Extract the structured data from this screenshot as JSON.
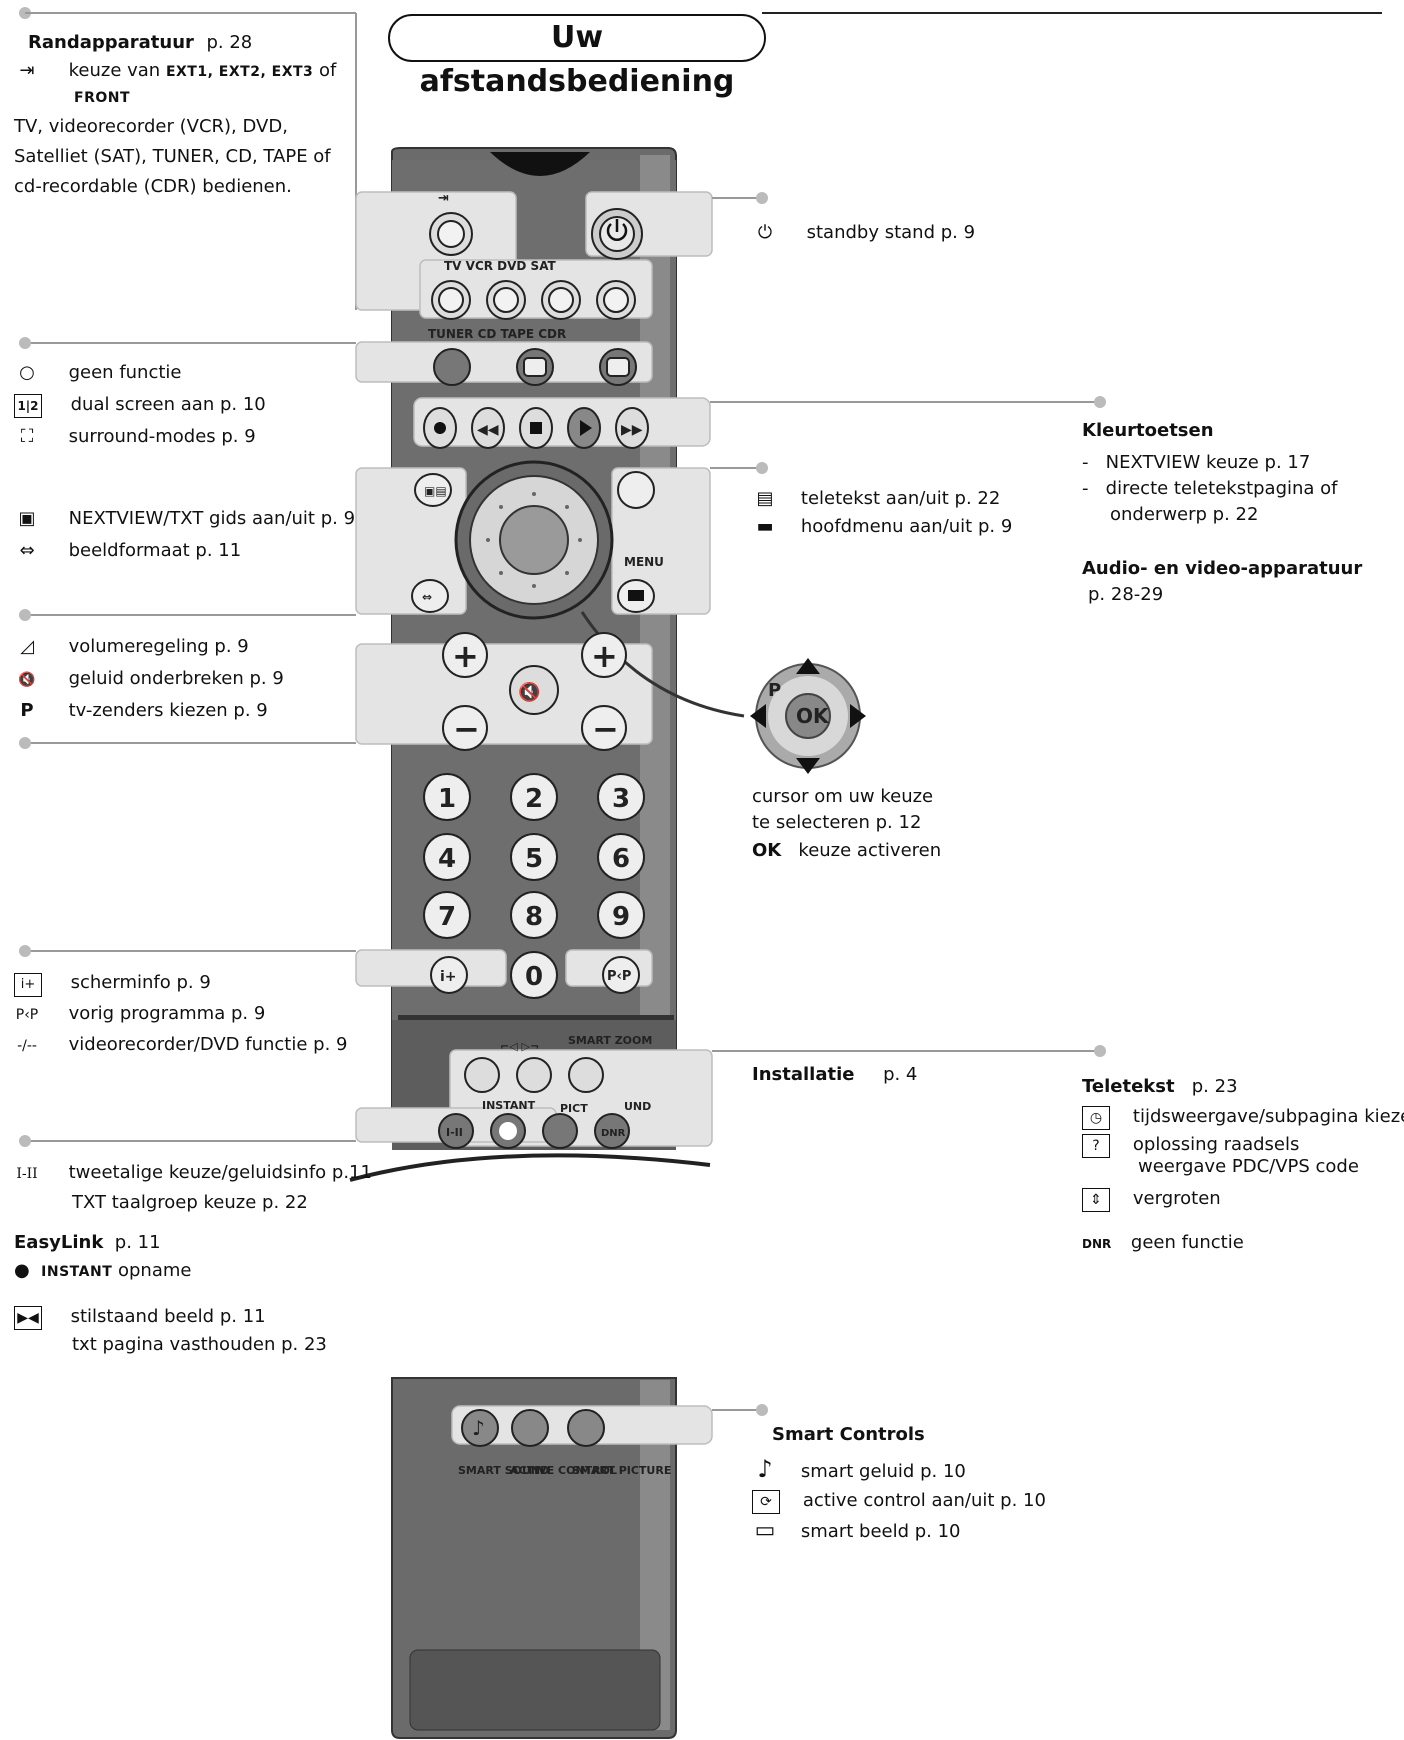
{
  "title": "Uw afstandsbediening",
  "peripherals": {
    "heading": "Randapparatuur",
    "heading_page": "p. 28",
    "choice_prefix": "keuze van",
    "choice_options": "EXT1, EXT2, EXT3",
    "choice_of": "of",
    "choice_front": "FRONT",
    "devices_line1": "TV, videorecorder (VCR), DVD,",
    "devices_line2": "Satelliet (SAT), TUNER, CD, TAPE of",
    "devices_line3": "cd-recordable (CDR) bedienen."
  },
  "standby": "standby stand p. 9",
  "left_group1": [
    {
      "icon": "○",
      "icon_name": "circle-icon",
      "text": "geen functie"
    },
    {
      "icon": "1|2",
      "icon_name": "dual-screen-icon",
      "text": "dual screen aan   p. 10"
    },
    {
      "icon": "⛶",
      "icon_name": "surround-icon",
      "text": "surround-modes   p. 9"
    }
  ],
  "left_group2": [
    {
      "icon": "▣",
      "icon_name": "guide-book-icon",
      "text": "NEXTVIEW/TXT gids aan/uit   p. 9"
    },
    {
      "icon": "⇔",
      "icon_name": "picture-format-icon",
      "text": "beeldformaat   p. 11"
    }
  ],
  "left_group3": [
    {
      "icon": "◿",
      "icon_name": "volume-icon",
      "text": "volumeregeling   p. 9"
    },
    {
      "icon": "🔇",
      "icon_name": "mute-icon",
      "text": "geluid onderbreken   p. 9"
    },
    {
      "icon": "P",
      "icon_name": "program-p-icon",
      "text": "tv-zenders kiezen   p. 9"
    }
  ],
  "left_group4": [
    {
      "icon": "i+",
      "icon_name": "screen-info-icon",
      "text": "scherminfo   p. 9"
    },
    {
      "icon": "P‹P",
      "icon_name": "previous-program-icon",
      "text": "vorig programma   p. 9"
    },
    {
      "icon": "-/--",
      "icon_name": "digit-entry-icon",
      "text": "videorecorder/DVD functie   p. 9"
    }
  ],
  "bilingual": {
    "icon": "I-II",
    "line1": "tweetalige keuze/geluidsinfo   p.11",
    "line2": "TXT taalgroep keuze   p. 22"
  },
  "easylink": {
    "heading": "EasyLink",
    "page": "p. 11",
    "instant_label": "INSTANT",
    "instant_text": "opname",
    "still_line1": "stilstaand beeld   p. 11",
    "still_line2": "txt pagina vasthouden   p. 23"
  },
  "right_top": [
    {
      "icon": "▤",
      "icon_name": "teletext-icon",
      "text": "teletekst aan/uit   p. 22"
    },
    {
      "icon": "▬",
      "icon_name": "main-menu-icon",
      "text": "hoofdmenu aan/uit   p. 9"
    }
  ],
  "kleurtoetsen": {
    "heading": "Kleurtoetsen",
    "item1": "NEXTVIEW keuze   p. 17",
    "item2_line1": "directe teletekstpagina of",
    "item2_line2": "onderwerp   p. 22"
  },
  "audio_video": {
    "heading": "Audio- en video-apparatuur",
    "page": "p. 28-29"
  },
  "cursor": {
    "line1": "cursor om uw keuze",
    "line2": "te selecteren   p. 12",
    "ok": "OK",
    "ok_text": "keuze activeren"
  },
  "installatie": {
    "heading": "Installatie",
    "page": "p. 4"
  },
  "teletekst": {
    "heading": "Teletekst",
    "page": "p. 23",
    "items": [
      {
        "icon": "◷",
        "icon_name": "time-display-icon",
        "text": "tijdsweergave/subpagina kiezen",
        "text2": ""
      },
      {
        "icon": "?",
        "icon_name": "reveal-icon",
        "text": "oplossing raadsels",
        "text2": "weergave PDC/VPS code"
      },
      {
        "icon": "⇕",
        "icon_name": "zoom-icon",
        "text": "vergroten",
        "text2": ""
      },
      {
        "icon": "DNR",
        "icon_name": "dnr-icon",
        "text": "geen functie",
        "text2": ""
      }
    ]
  },
  "smart_controls": {
    "heading": "Smart Controls",
    "items": [
      {
        "icon": "♪",
        "icon_name": "music-note-icon",
        "text": "smart geluid   p. 10"
      },
      {
        "icon": "⟳",
        "icon_name": "active-control-icon",
        "text": "active control aan/uit   p. 10"
      },
      {
        "icon": "▭",
        "icon_name": "smart-picture-icon",
        "text": "smart beeld   p. 10"
      }
    ]
  },
  "remote_labels": {
    "row1": "TV VCR DVD SAT",
    "row2": "TUNER CD TAPE CDR",
    "menu": "MENU",
    "smart_zoom": "SMART ZOOM",
    "instant": "INSTANT",
    "pict": "PICT",
    "und": "UND",
    "dnr": "DNR",
    "iii": "I-II",
    "pp": "P‹P",
    "ok": "OK",
    "p": "P",
    "digits": [
      "1",
      "2",
      "3",
      "4",
      "5",
      "6",
      "7",
      "8",
      "9",
      "0"
    ],
    "smart_sound": "SMART SOUND",
    "active_control": "ACTIVE CONTROL",
    "smart_picture": "SMART PICTURE"
  }
}
